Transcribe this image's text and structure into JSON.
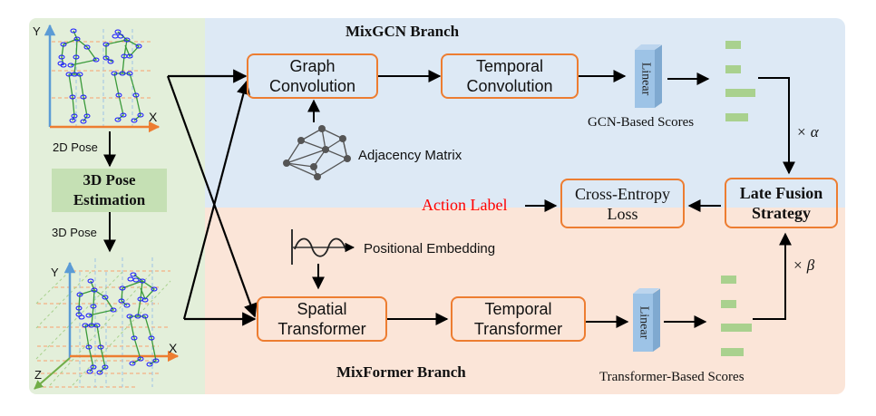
{
  "left_panel": {
    "pose2d_axes": {
      "y": "Y",
      "x": "X"
    },
    "label_2d_pose": "2D Pose",
    "pose_estimation": {
      "line1": "3D Pose",
      "line2": "Estimation"
    },
    "label_3d_pose": "3D Pose",
    "pose3d_axes": {
      "y": "Y",
      "x": "X",
      "z": "Z"
    }
  },
  "mixgcn": {
    "title": "MixGCN Branch",
    "graph_conv": {
      "line1": "Graph",
      "line2": "Convolution"
    },
    "temporal_conv": {
      "line1": "Temporal",
      "line2": "Convolution"
    },
    "adjacency_label": "Adjacency Matrix",
    "linear_label": "Linear",
    "scores_label": "GCN-Based Scores",
    "weight_label": "× α"
  },
  "fusion": {
    "action_label": "Action Label",
    "loss": {
      "line1": "Cross-Entropy",
      "line2": "Loss"
    },
    "late_fusion": {
      "line1": "Late Fusion",
      "line2": "Strategy"
    }
  },
  "mixformer": {
    "title": "MixFormer Branch",
    "positional_label": "Positional Embedding",
    "spatial": {
      "line1": "Spatial",
      "line2": "Transformer"
    },
    "temporal": {
      "line1": "Temporal",
      "line2": "Transformer"
    },
    "linear_label": "Linear",
    "scores_label": "Transformer-Based Scores",
    "weight_label": "× β"
  },
  "colors": {
    "box_border": "#ed7d31",
    "action_label": "#ff0000",
    "score_bar": "#a9d18e",
    "linear_block": "#9dc3e6"
  }
}
